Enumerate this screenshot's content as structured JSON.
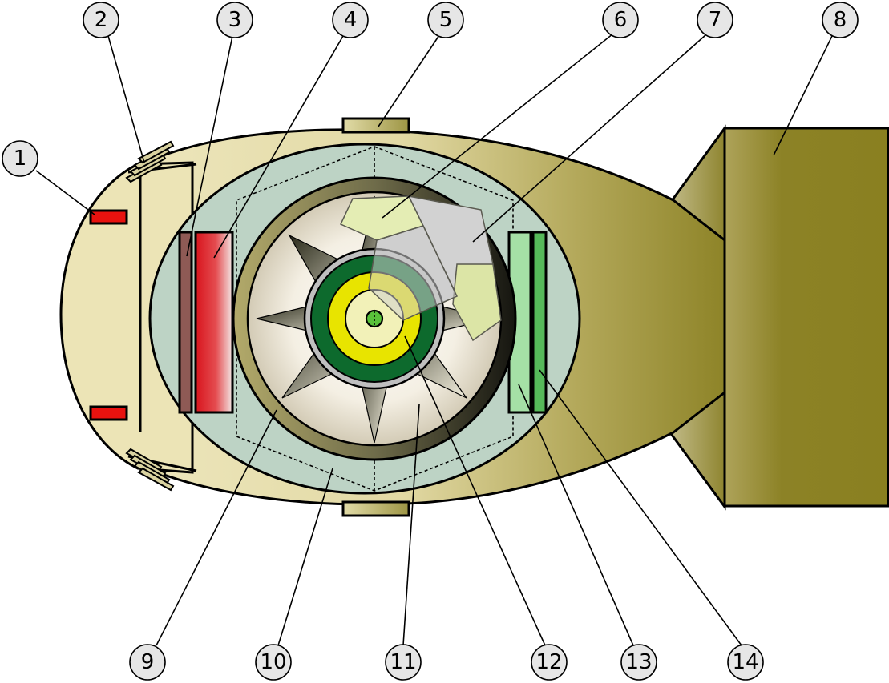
{
  "callouts": [
    {
      "id": "1",
      "label": "1"
    },
    {
      "id": "2",
      "label": "2"
    },
    {
      "id": "3",
      "label": "3"
    },
    {
      "id": "4",
      "label": "4"
    },
    {
      "id": "5",
      "label": "5"
    },
    {
      "id": "6",
      "label": "6"
    },
    {
      "id": "7",
      "label": "7"
    },
    {
      "id": "8",
      "label": "8"
    },
    {
      "id": "9",
      "label": "9"
    },
    {
      "id": "10",
      "label": "10"
    },
    {
      "id": "11",
      "label": "11"
    },
    {
      "id": "12",
      "label": "12"
    },
    {
      "id": "13",
      "label": "13"
    },
    {
      "id": "14",
      "label": "14"
    }
  ],
  "colors": {
    "casing_light": "#ece4b6",
    "casing_dark": "#8b8124",
    "inner_sphere": "#bdd3c5",
    "red_block": "#e0141b",
    "green_block": "#a5e0a6",
    "dark_green": "#0b6b2c",
    "yellow": "#e7e500"
  }
}
